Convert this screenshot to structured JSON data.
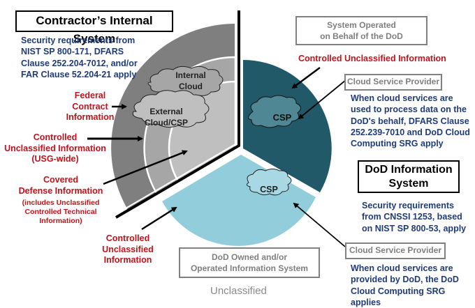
{
  "contractor": {
    "title": "Contractor’s Internal System",
    "requirements": [
      "Security requirements from",
      "NIST SP 800-171, DFARS",
      "Clause 252.204-7012, and/or",
      "FAR Clause 52.204-21 apply"
    ],
    "clouds": {
      "internal": [
        "Internal",
        "Cloud"
      ],
      "external": [
        "External",
        "Cloud/CSP"
      ]
    },
    "fci_label": [
      "Federal",
      "Contract",
      "Information"
    ],
    "cui_usg_label": [
      "Controlled",
      "Unclassified Information",
      "(USG-wide)"
    ],
    "cdi_label": [
      "Covered",
      "Defense Information"
    ],
    "cdi_note": [
      "(includes Unclassified",
      "Controlled Technical",
      "Information)"
    ]
  },
  "operated_on_behalf": {
    "box_label": [
      "System  Operated",
      "on Behalf of the DoD"
    ],
    "cui_label": "Controlled Unclassified Information",
    "csp_box": "Cloud Service Provider",
    "csp_text": [
      "When cloud services are",
      "used to process data on the",
      "DoD's behalf,  DFARS Clause",
      "252.239-7010 and DoD Cloud",
      "Computing SRG apply"
    ],
    "cloud_label": "CSP"
  },
  "dod_system": {
    "title": [
      "DoD Information",
      "System"
    ],
    "requirements": [
      "Security  requirements",
      "from CNSSI 1253, based",
      "on NIST SP 800-53, apply"
    ],
    "csp_box": "Cloud Service Provider",
    "csp_text": [
      "When cloud services are",
      "provided  by DoD, the DoD",
      "Cloud Computing SRG applies"
    ],
    "cloud_label": "CSP"
  },
  "dod_owned": {
    "box_label": [
      "DoD Owned and/or",
      "Operated Information System"
    ],
    "cui_label": [
      "Controlled Unclassified",
      "Information"
    ]
  },
  "footer": {
    "classification": "Unclassified"
  },
  "colors": {
    "contractor_outer": "#7f7f7f",
    "contractor_middle": "#a6a6a6",
    "contractor_inner": "#bfbfbf",
    "operated_on_behalf": "#215968",
    "dod_owned": "#92cddc",
    "label_red": "#c0141c",
    "text_navy": "#1f3b7a",
    "box_gray": "#808080"
  }
}
